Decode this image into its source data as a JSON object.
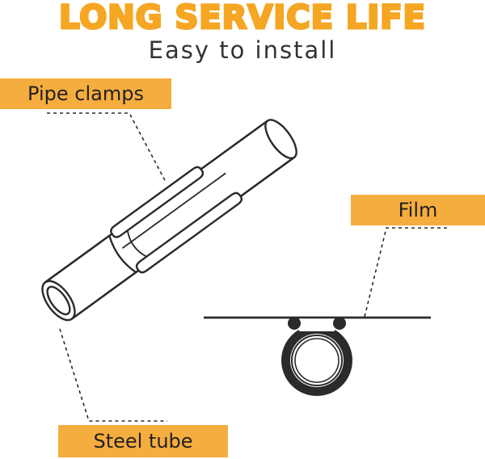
{
  "header": {
    "headline": "LONG SERVICE LIFE",
    "subtitle": "Easy to install"
  },
  "labels": {
    "pipe_clamps": "Pipe clamps",
    "film": "Film",
    "steel_tube": "Steel tube"
  },
  "colors": {
    "accent": "#f6ad3f",
    "headline": "#f5a623",
    "stroke": "#2a2a2a",
    "text": "#333333"
  }
}
